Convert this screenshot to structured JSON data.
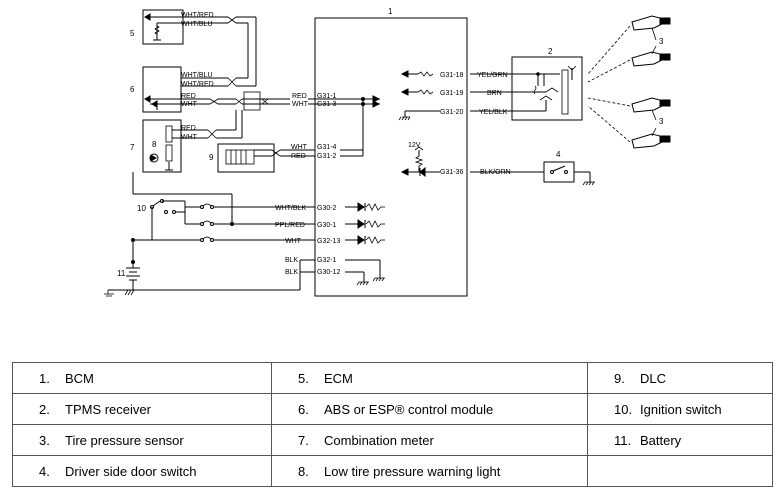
{
  "diagram": {
    "components": {
      "c1": "1",
      "c2": "2",
      "c3a": "3",
      "c3b": "3",
      "c4": "4",
      "c5": "5",
      "c6": "6",
      "c7": "7",
      "c8": "8",
      "c9": "9",
      "c10": "10",
      "c11": "11"
    },
    "voltage": "12V",
    "wires": {
      "w5a": "WHT/RED",
      "w5b": "WHT/BLU",
      "w6a": "WHT/BLU",
      "w6b": "WHT/RED",
      "w6c": "RED",
      "w6d": "WHT",
      "w7a": "RED",
      "w7b": "WHT",
      "w9a": "WHT",
      "w9b": "RED",
      "wr1": "YEL/GRN",
      "wr2": "BRN",
      "wr3": "YEL/BLK",
      "wd1": "BLK/ORN",
      "wc1": "RED",
      "wc2": "WHT",
      "wl1": "WHT/BLK",
      "wl2": "PPL/RED",
      "wl3": "WHT",
      "wl4": "BLK",
      "wl5": "BLK"
    },
    "terminals": {
      "t1": "G31-1",
      "t2": "G31-3",
      "t3": "G31-4",
      "t4": "G31-2",
      "t5": "G31-18",
      "t6": "G31-19",
      "t7": "G31-20",
      "t8": "G31-36",
      "t9": "G30-2",
      "t10": "G30-1",
      "t11": "G32-13",
      "t12": "G32-1",
      "t13": "G30-12"
    }
  },
  "legend": {
    "rows": [
      [
        {
          "num": "1.",
          "label": "BCM"
        },
        {
          "num": "5.",
          "label": "ECM"
        },
        {
          "num": "9.",
          "label": "DLC"
        }
      ],
      [
        {
          "num": "2.",
          "label": "TPMS receiver"
        },
        {
          "num": "6.",
          "label": "ABS or ESP® control module"
        },
        {
          "num": "10.",
          "label": "Ignition switch"
        }
      ],
      [
        {
          "num": "3.",
          "label": "Tire pressure sensor"
        },
        {
          "num": "7.",
          "label": "Combination meter"
        },
        {
          "num": "11.",
          "label": "Battery"
        }
      ],
      [
        {
          "num": "4.",
          "label": "Driver side door switch"
        },
        {
          "num": "8.",
          "label": "Low tire pressure warning light"
        },
        {
          "num": "",
          "label": ""
        }
      ]
    ]
  }
}
